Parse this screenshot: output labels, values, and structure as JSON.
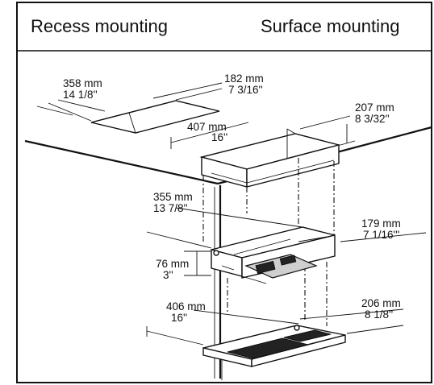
{
  "headers": {
    "recess": "Recess mounting",
    "surface": "Surface mounting"
  },
  "dimensions": {
    "cutout_width_mm": "358 mm",
    "cutout_width_in": "14 1/8''",
    "cutout_depth_mm": "182 mm",
    "cutout_depth_in": "7 3/16''",
    "box_depth_mm": "207 mm",
    "box_depth_in": "8 3/32''",
    "box_width_mm": "407 mm",
    "box_width_in": "16''",
    "unit_width_mm": "355 mm",
    "unit_width_in": "13 7/8''",
    "unit_depth_mm": "179 mm",
    "unit_depth_in": "7 1/16'''",
    "unit_height_mm": "76 mm",
    "unit_height_in": "3''",
    "grille_width_mm": "406 mm",
    "grille_width_in": "16''",
    "grille_depth_mm": "206 mm",
    "grille_depth_in": "8 1/8''"
  }
}
